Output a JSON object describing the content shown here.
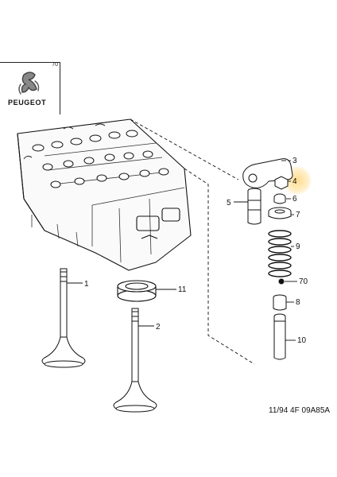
{
  "brand": {
    "name": "PEUGEOT",
    "corner_mark": "70"
  },
  "reference_code": "11/94 4F 09A85A",
  "highlight_color": "#ffd27a",
  "callouts": [
    "1",
    "2",
    "3",
    "4",
    "5",
    "6",
    "7",
    "8",
    "9",
    "10",
    "11",
    "70"
  ]
}
